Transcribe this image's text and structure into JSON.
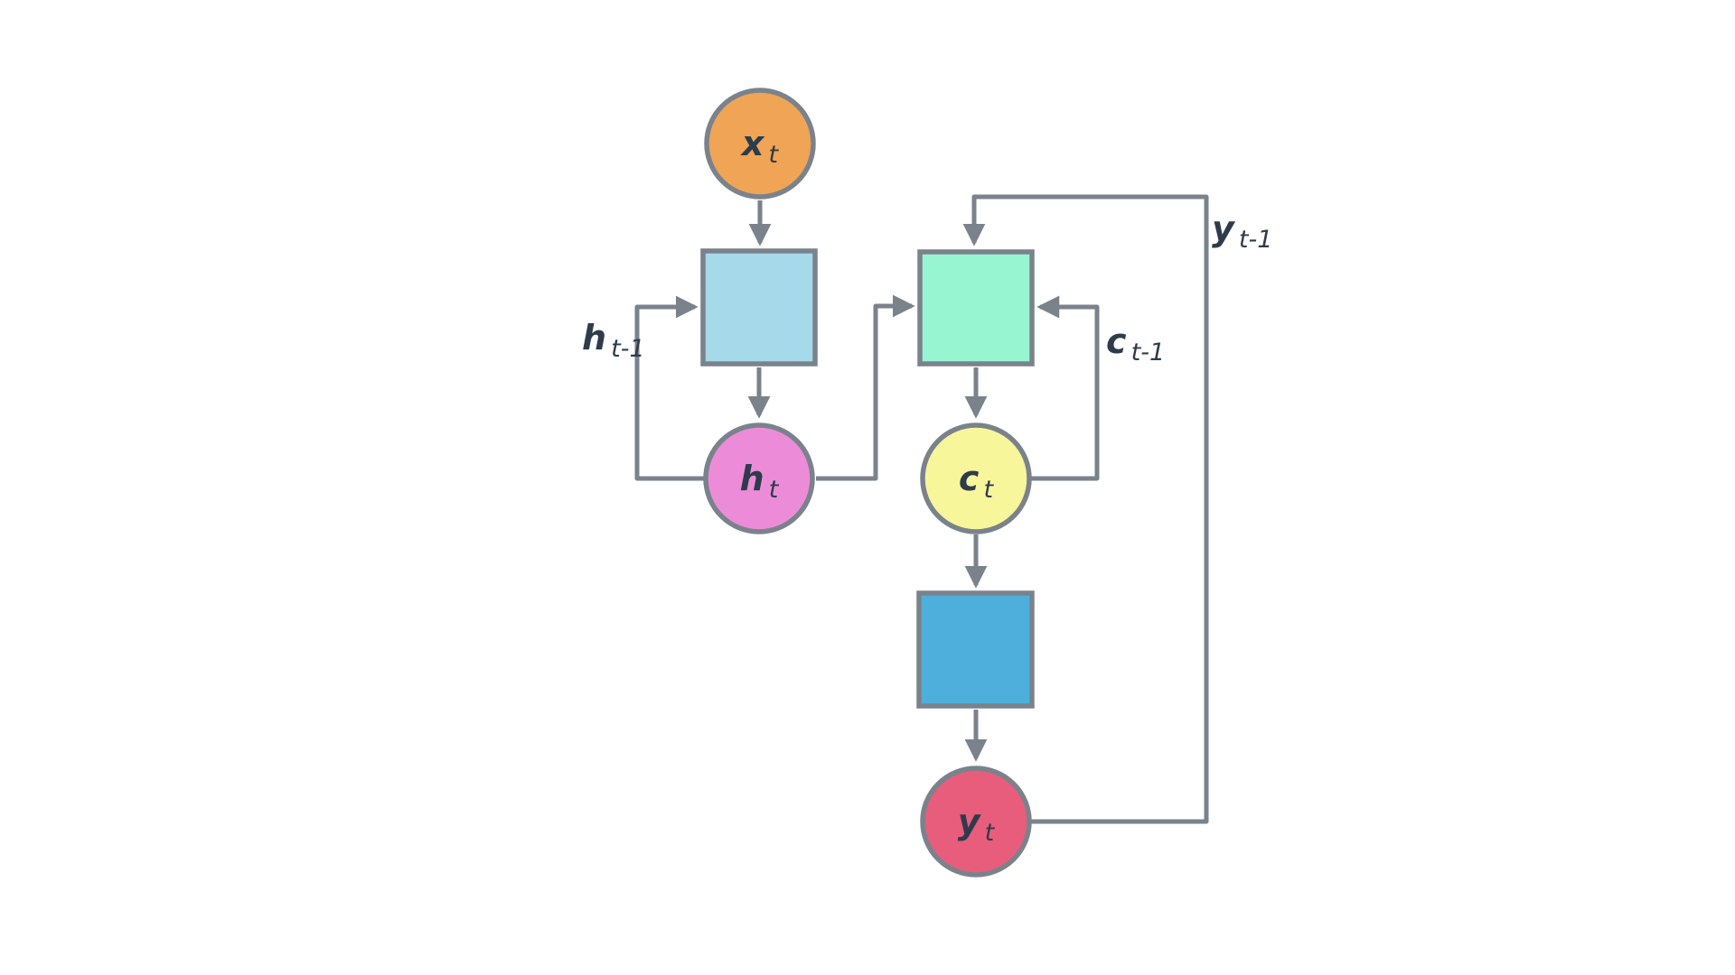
{
  "diagram": {
    "title": "recurrent-network-cell-diagram",
    "colors": {
      "line": "#7A828B",
      "border": "#7A828B",
      "text": "#2E3B4C",
      "background": "#FFFFFF"
    },
    "nodes": {
      "xt": {
        "label_main": "x",
        "label_sub": "t",
        "fill": "#F0A455"
      },
      "hidden": {
        "fill": "#A6D9EA"
      },
      "ht": {
        "label_main": "h",
        "label_sub": "t",
        "fill": "#EC8CD8"
      },
      "cell": {
        "fill": "#97F5D2"
      },
      "ct": {
        "label_main": "c",
        "label_sub": "t",
        "fill": "#F8F69B"
      },
      "output": {
        "fill": "#4FAFDC"
      },
      "yt": {
        "label_main": "y",
        "label_sub": "t",
        "fill": "#E85D7C"
      }
    },
    "edge_labels": {
      "h_prev": {
        "main": "h",
        "sub": "t-1"
      },
      "c_prev": {
        "main": "c",
        "sub": "t-1"
      },
      "y_prev": {
        "main": "y",
        "sub": "t-1"
      }
    }
  }
}
